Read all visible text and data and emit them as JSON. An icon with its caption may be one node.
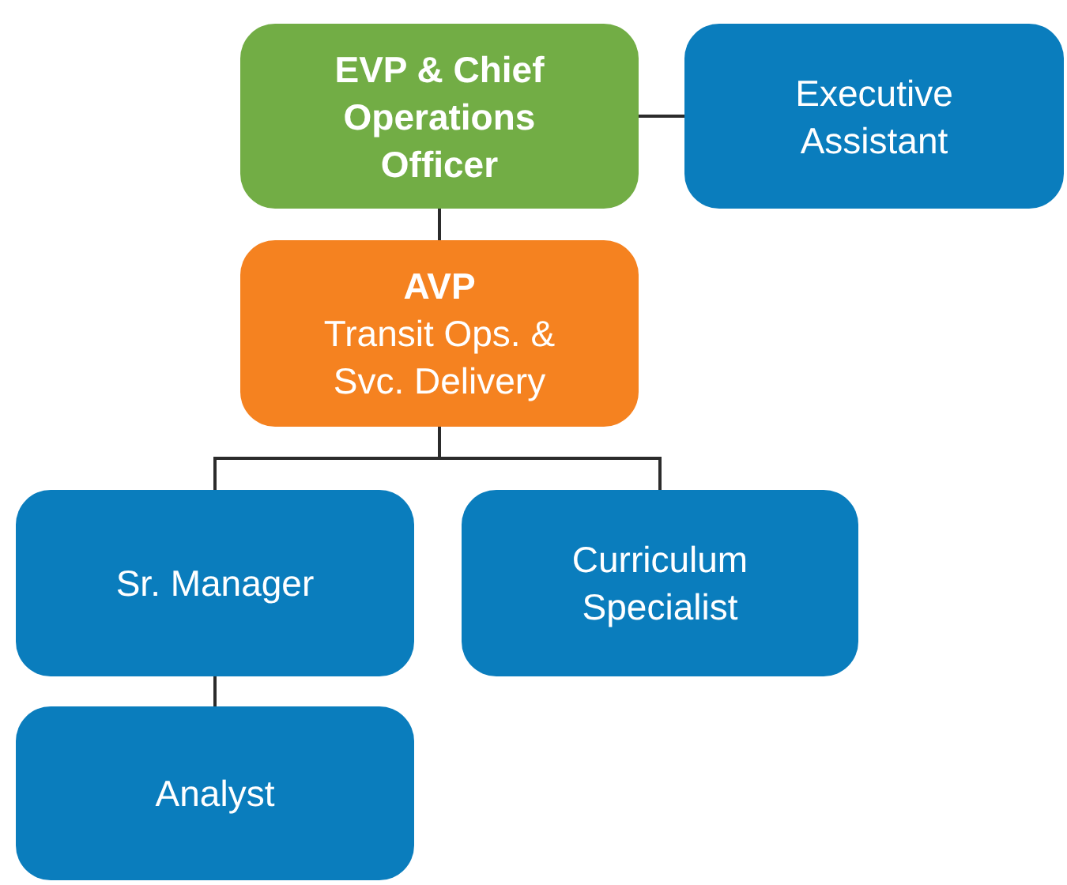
{
  "diagram": {
    "nodes": [
      {
        "text": [
          "EVP & Chief Operations Officer"
        ]
      },
      {
        "text": [
          "Executive Assistant"
        ]
      },
      {
        "text": [
          "AVP",
          "Transit Ops. & Svc. Delivery"
        ]
      },
      {
        "text": [
          "Sr. Manager"
        ]
      },
      {
        "text": [
          "Curriculum Specialist"
        ]
      },
      {
        "text": [
          "Analyst"
        ]
      }
    ],
    "edges": [
      {
        "from": 0,
        "to": 1,
        "arrow": "none"
      },
      {
        "from": 0,
        "to": 2,
        "arrow": "none"
      },
      {
        "from": 2,
        "to": 3,
        "arrow": "none"
      },
      {
        "from": 2,
        "to": 4,
        "arrow": "none"
      },
      {
        "from": 3,
        "to": 5,
        "arrow": "none"
      }
    ]
  }
}
